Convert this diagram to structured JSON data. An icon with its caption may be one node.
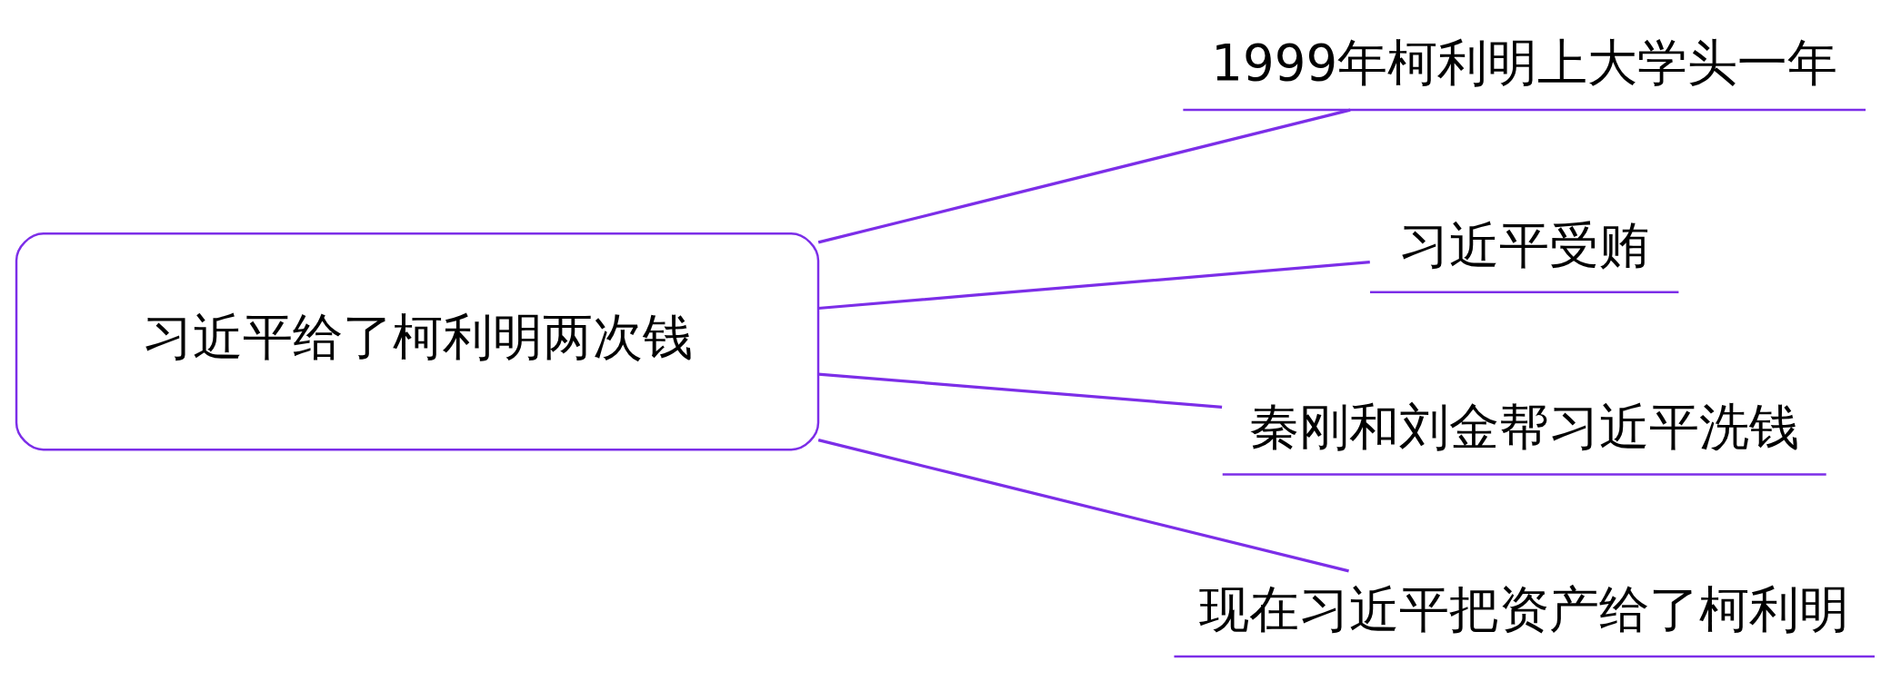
{
  "diagram": {
    "nodes": [
      {
        "text": [
          "习近平给了柯利明两次钱"
        ]
      },
      {
        "text": [
          "1999年柯利明上大学头一年"
        ]
      },
      {
        "text": [
          "习近平受贿"
        ]
      },
      {
        "text": [
          "秦刚和刘金帮习近平洗钱"
        ]
      },
      {
        "text": [
          "现在习近平把资产给了柯利明"
        ]
      }
    ],
    "edges": [
      {
        "from": 0,
        "to": 1,
        "arrow": "none"
      },
      {
        "from": 0,
        "to": 2,
        "arrow": "none"
      },
      {
        "from": 0,
        "to": 3,
        "arrow": "none"
      },
      {
        "from": 0,
        "to": 4,
        "arrow": "none"
      }
    ]
  }
}
